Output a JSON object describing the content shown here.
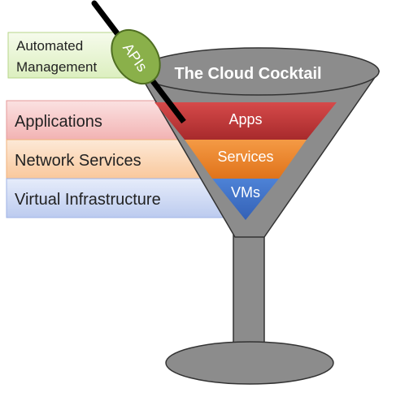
{
  "title": "The Cloud Cocktail",
  "olive_label": "APIs",
  "side_labels": {
    "management_line1": "Automated",
    "management_line2": "Management",
    "applications": "Applications",
    "network": "Network Services",
    "infrastructure": "Virtual Infrastructure"
  },
  "layers": {
    "apps": "Apps",
    "services": "Services",
    "vms": "VMs"
  },
  "colors": {
    "glass": "#8c8c8c",
    "olive": "#8ab04a",
    "apps": "#c0393b",
    "services": "#ec7d22",
    "vms": "#3b6fc4",
    "management_box": "#eaf5d8",
    "applications_box": "#f6c9c9",
    "network_box": "#fbd8bc",
    "infrastructure_box": "#d3ddf5"
  }
}
